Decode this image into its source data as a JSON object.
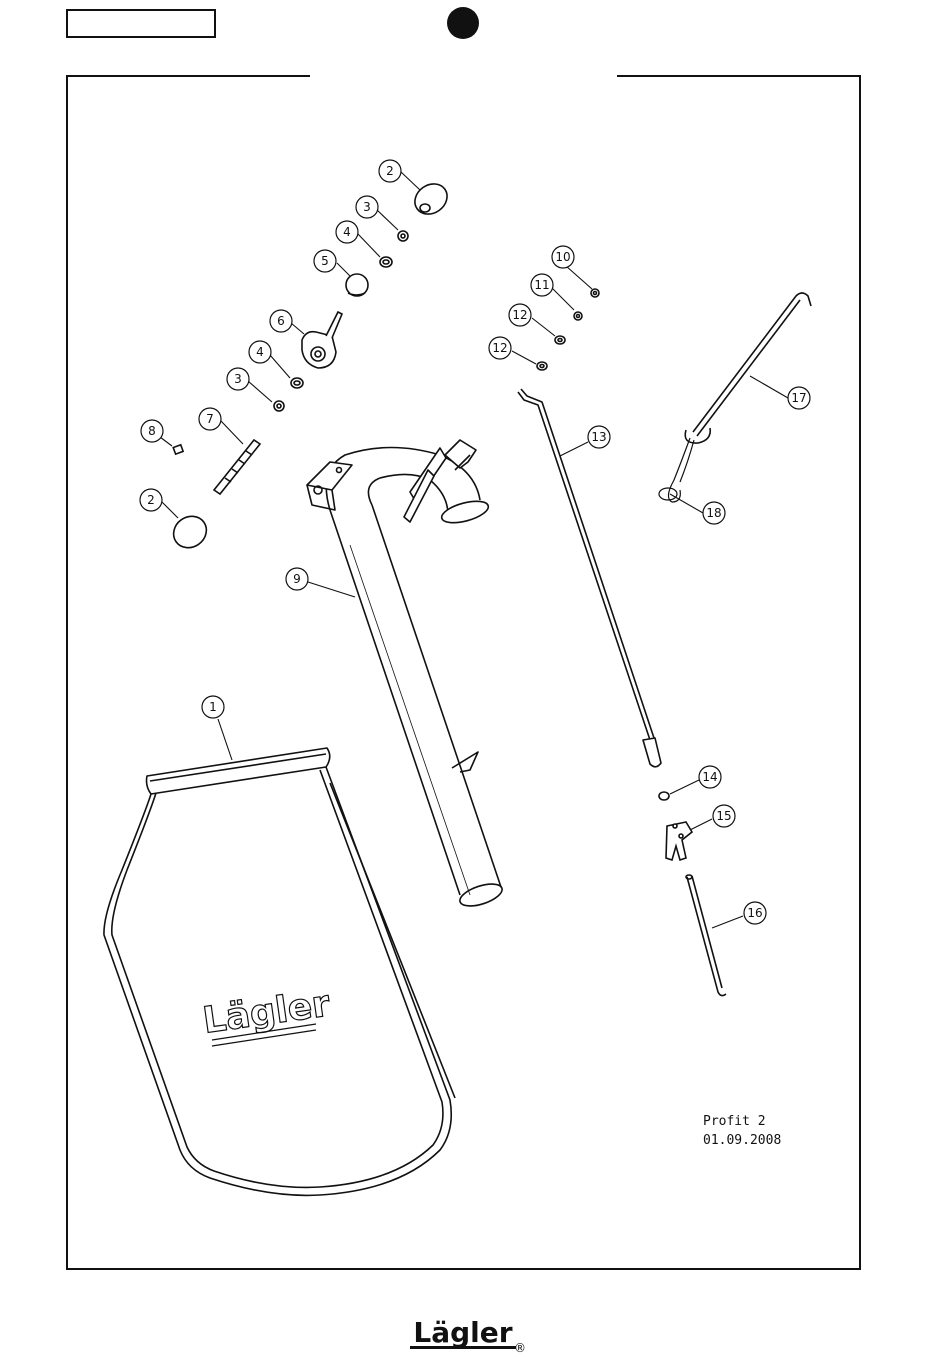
{
  "header": {
    "label_box_text": "",
    "marker": "black-dot"
  },
  "callouts": [
    "1",
    "2",
    "2",
    "3",
    "3",
    "4",
    "4",
    "5",
    "6",
    "7",
    "8",
    "9",
    "10",
    "11",
    "12",
    "12",
    "13",
    "14",
    "15",
    "16",
    "17",
    "18"
  ],
  "title_block": {
    "model": "Profit 2",
    "date": "01.09.2008"
  },
  "brand": {
    "bag_logo": "Lägler",
    "footer_logo": "Lägler",
    "registered": "®"
  },
  "colors": {
    "ink": "#111111",
    "paper": "#ffffff"
  }
}
